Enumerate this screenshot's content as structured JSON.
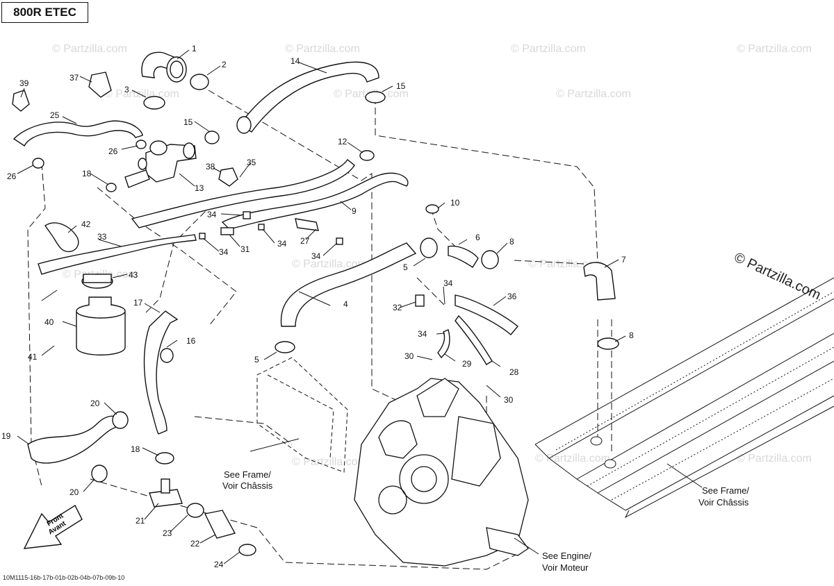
{
  "diagram": {
    "model_label": "800R ETEC",
    "footer_code": "10M1115-16b-17b-01b-02b-04b-07b-09b-10",
    "watermark_small": "© Partzilla.com",
    "watermark_large": "© Partzilla.com",
    "front_arrow": {
      "line1": "Front",
      "line2": "Avant"
    },
    "notes": {
      "frame_left_1": "See Frame/",
      "frame_left_2": "Voir Châssis",
      "frame_right_1": "See Frame/",
      "frame_right_2": "Voir Châssis",
      "engine_1": "See Engine/",
      "engine_2": "Voir Moteur"
    },
    "callouts": [
      "1",
      "2",
      "3",
      "14",
      "15",
      "39",
      "37",
      "25",
      "26",
      "26",
      "15",
      "13",
      "12",
      "18",
      "38",
      "35",
      "9",
      "10",
      "34",
      "31",
      "34",
      "34",
      "27",
      "33",
      "42",
      "6",
      "8",
      "7",
      "34",
      "43",
      "5",
      "4",
      "17",
      "16",
      "40",
      "41",
      "32",
      "34",
      "36",
      "34",
      "30",
      "29",
      "28",
      "30",
      "8",
      "5",
      "20",
      "19",
      "18",
      "20",
      "21",
      "23",
      "22",
      "24"
    ]
  },
  "colors": {
    "line": "#111111",
    "part_fill": "#ffffff",
    "watermark": "#d8d8d8"
  }
}
